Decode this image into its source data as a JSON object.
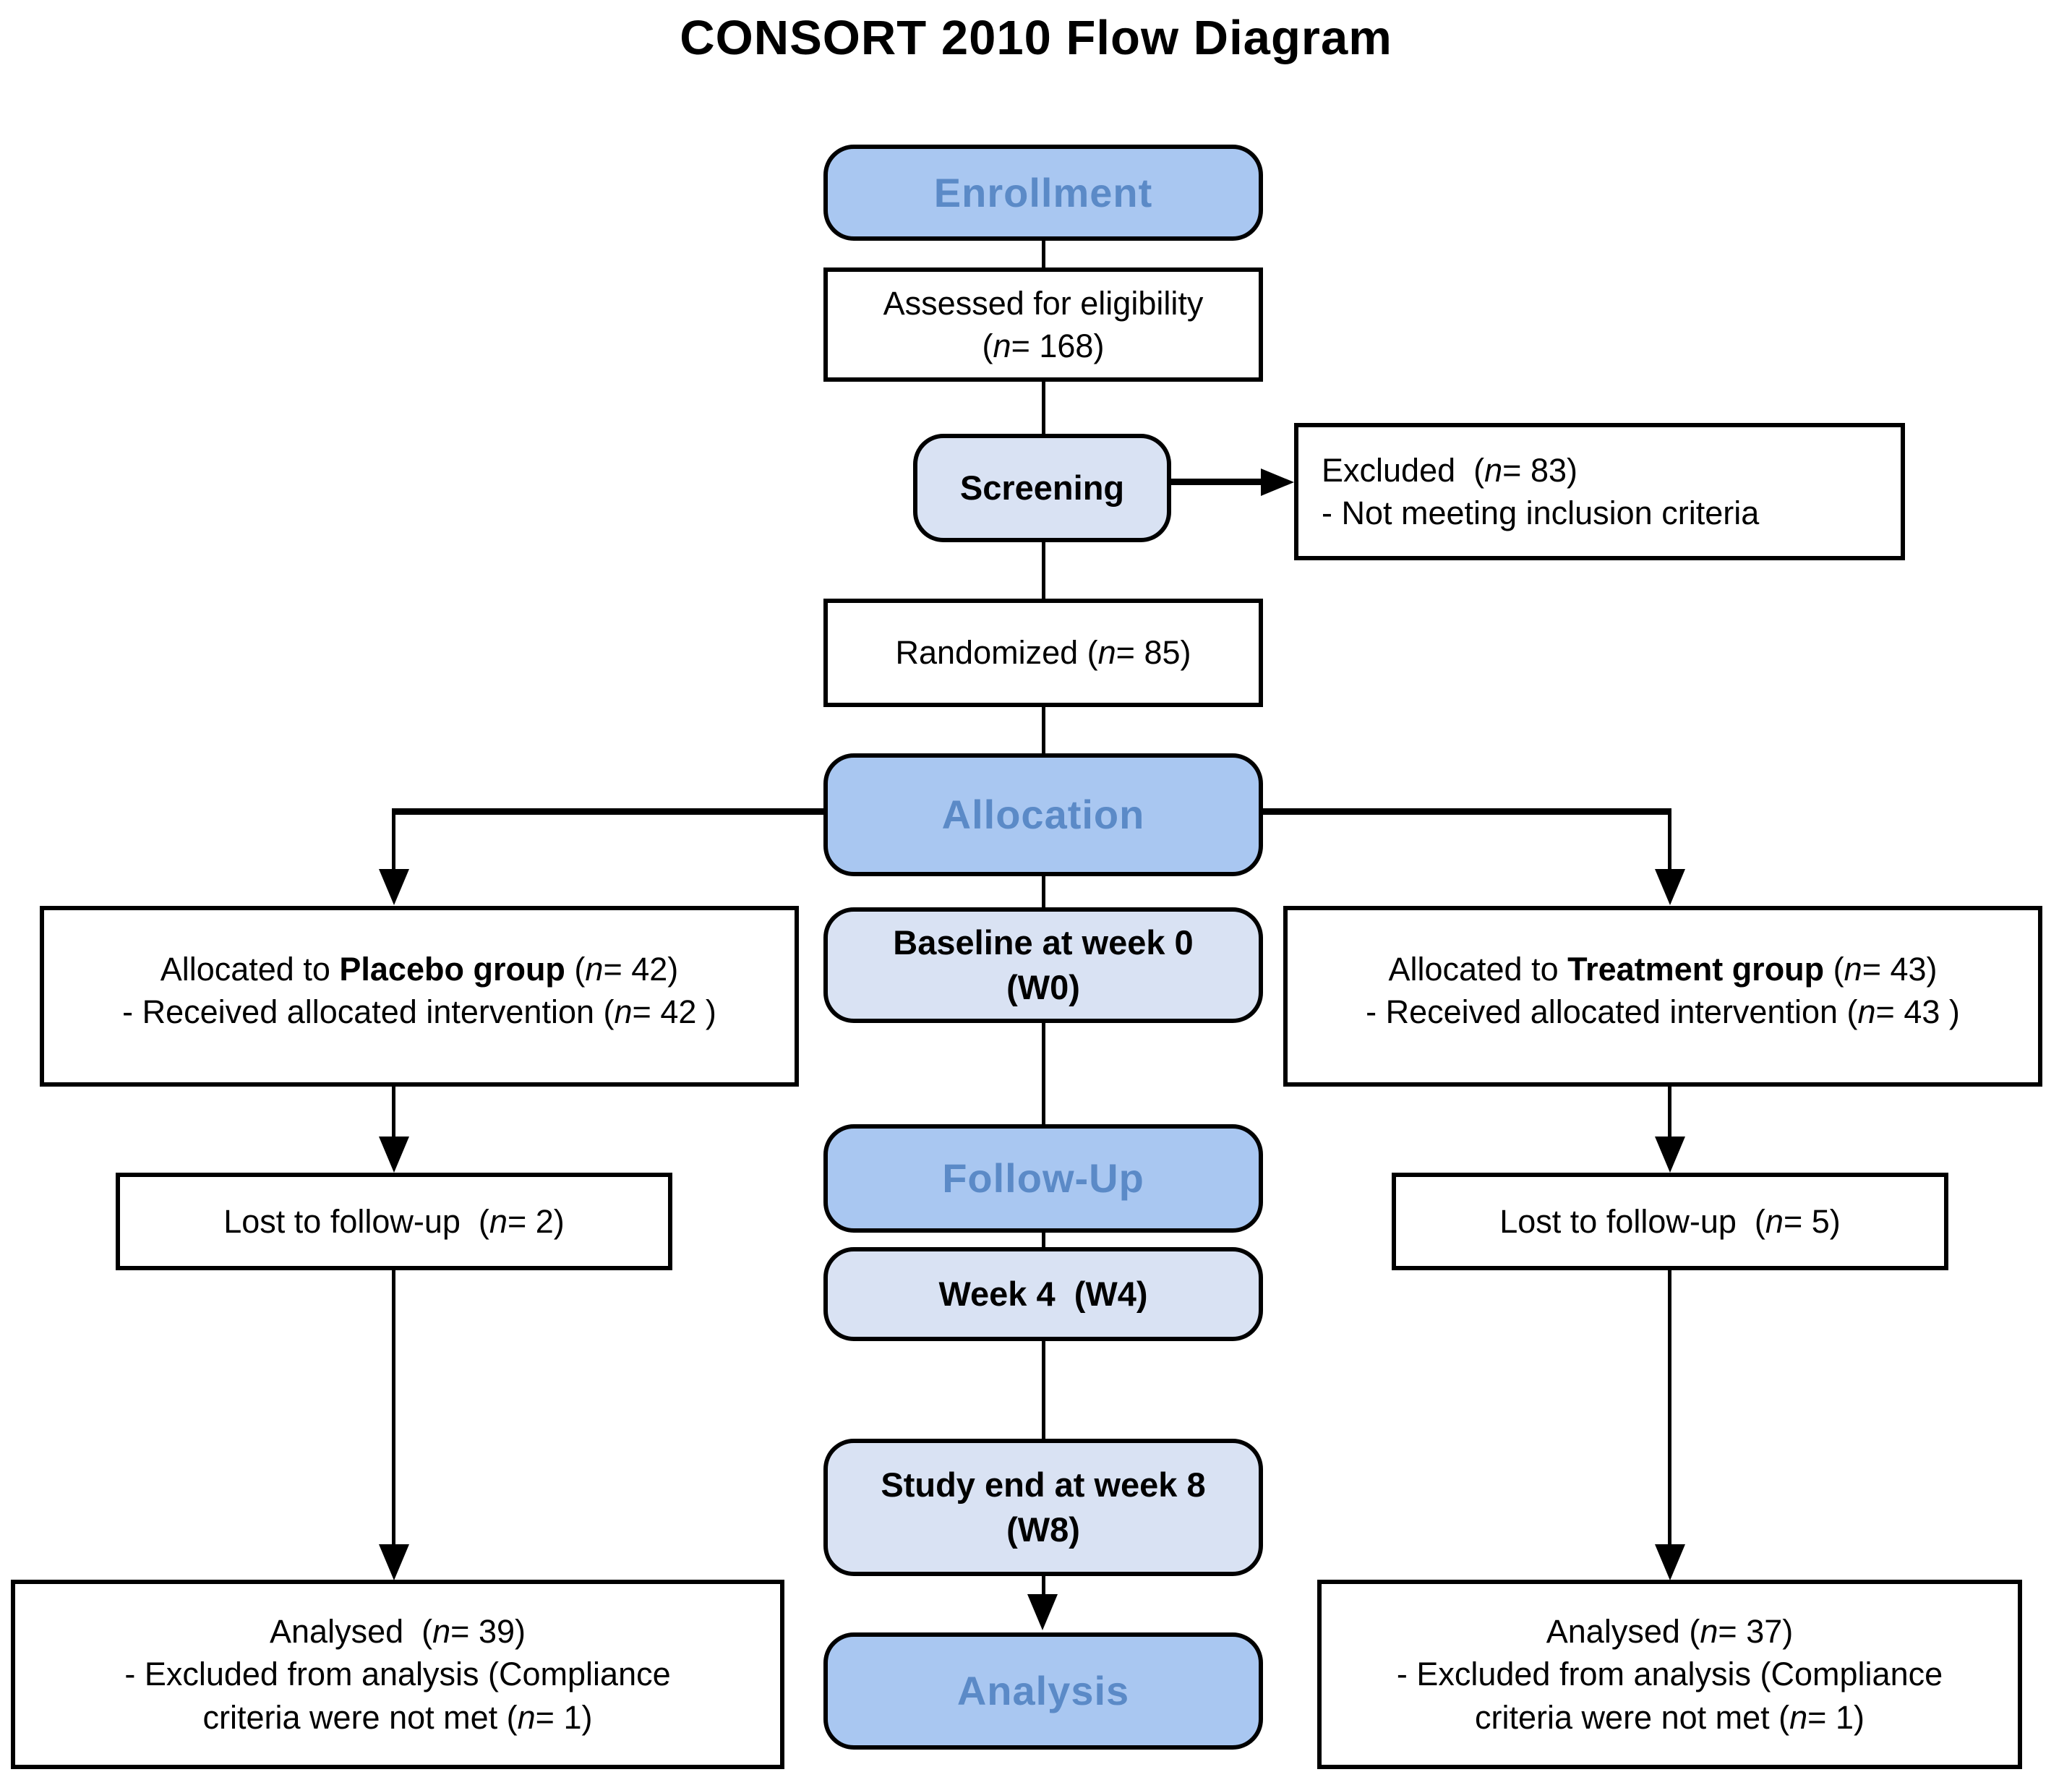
{
  "title": "CONSORT 2010 Flow Diagram",
  "colors": {
    "header_fill": "#A9C7F1",
    "header_text": "#5B8AC7",
    "stage_fill": "#D9E2F3",
    "line_color": "#000000"
  },
  "central": {
    "enrollment": "Enrollment",
    "assessed_line1": "Assessed for eligibility",
    "assessed_line2": "(n= 168)",
    "screening": "Screening",
    "randomized": "Randomized (n= 85)",
    "allocation": "Allocation",
    "baseline_line1": "Baseline at week 0",
    "baseline_line2": "(W0)",
    "followup": "Follow-Up",
    "week4": "Week 4  (W4)",
    "studyend_line1": "Study end at week 8",
    "studyend_line2": "(W8)",
    "analysis": "Analysis"
  },
  "excluded": {
    "line1": "Excluded  (n= 83)",
    "line2": "- Not meeting inclusion criteria"
  },
  "placebo_arm": {
    "allocated_pre": "Allocated to ",
    "allocated_group": "Placebo group",
    "allocated_post": " (n= 42)",
    "received": "- Received allocated intervention (n= 42 )",
    "lost": "Lost to follow-up  (n= 2)",
    "analysed_line1": "Analysed  (n= 39)",
    "analysed_line2": "- Excluded from analysis (Compliance",
    "analysed_line3": "criteria were not met (n= 1)"
  },
  "treatment_arm": {
    "allocated_pre": "Allocated to ",
    "allocated_group": "Treatment group",
    "allocated_post": " (n= 43)",
    "received": "- Received allocated intervention (n= 43 )",
    "lost": "Lost to follow-up  (n= 5)",
    "analysed_line1": "Analysed (n= 37)",
    "analysed_line2": "- Excluded from analysis (Compliance",
    "analysed_line3": "criteria were not met (n= 1)"
  }
}
